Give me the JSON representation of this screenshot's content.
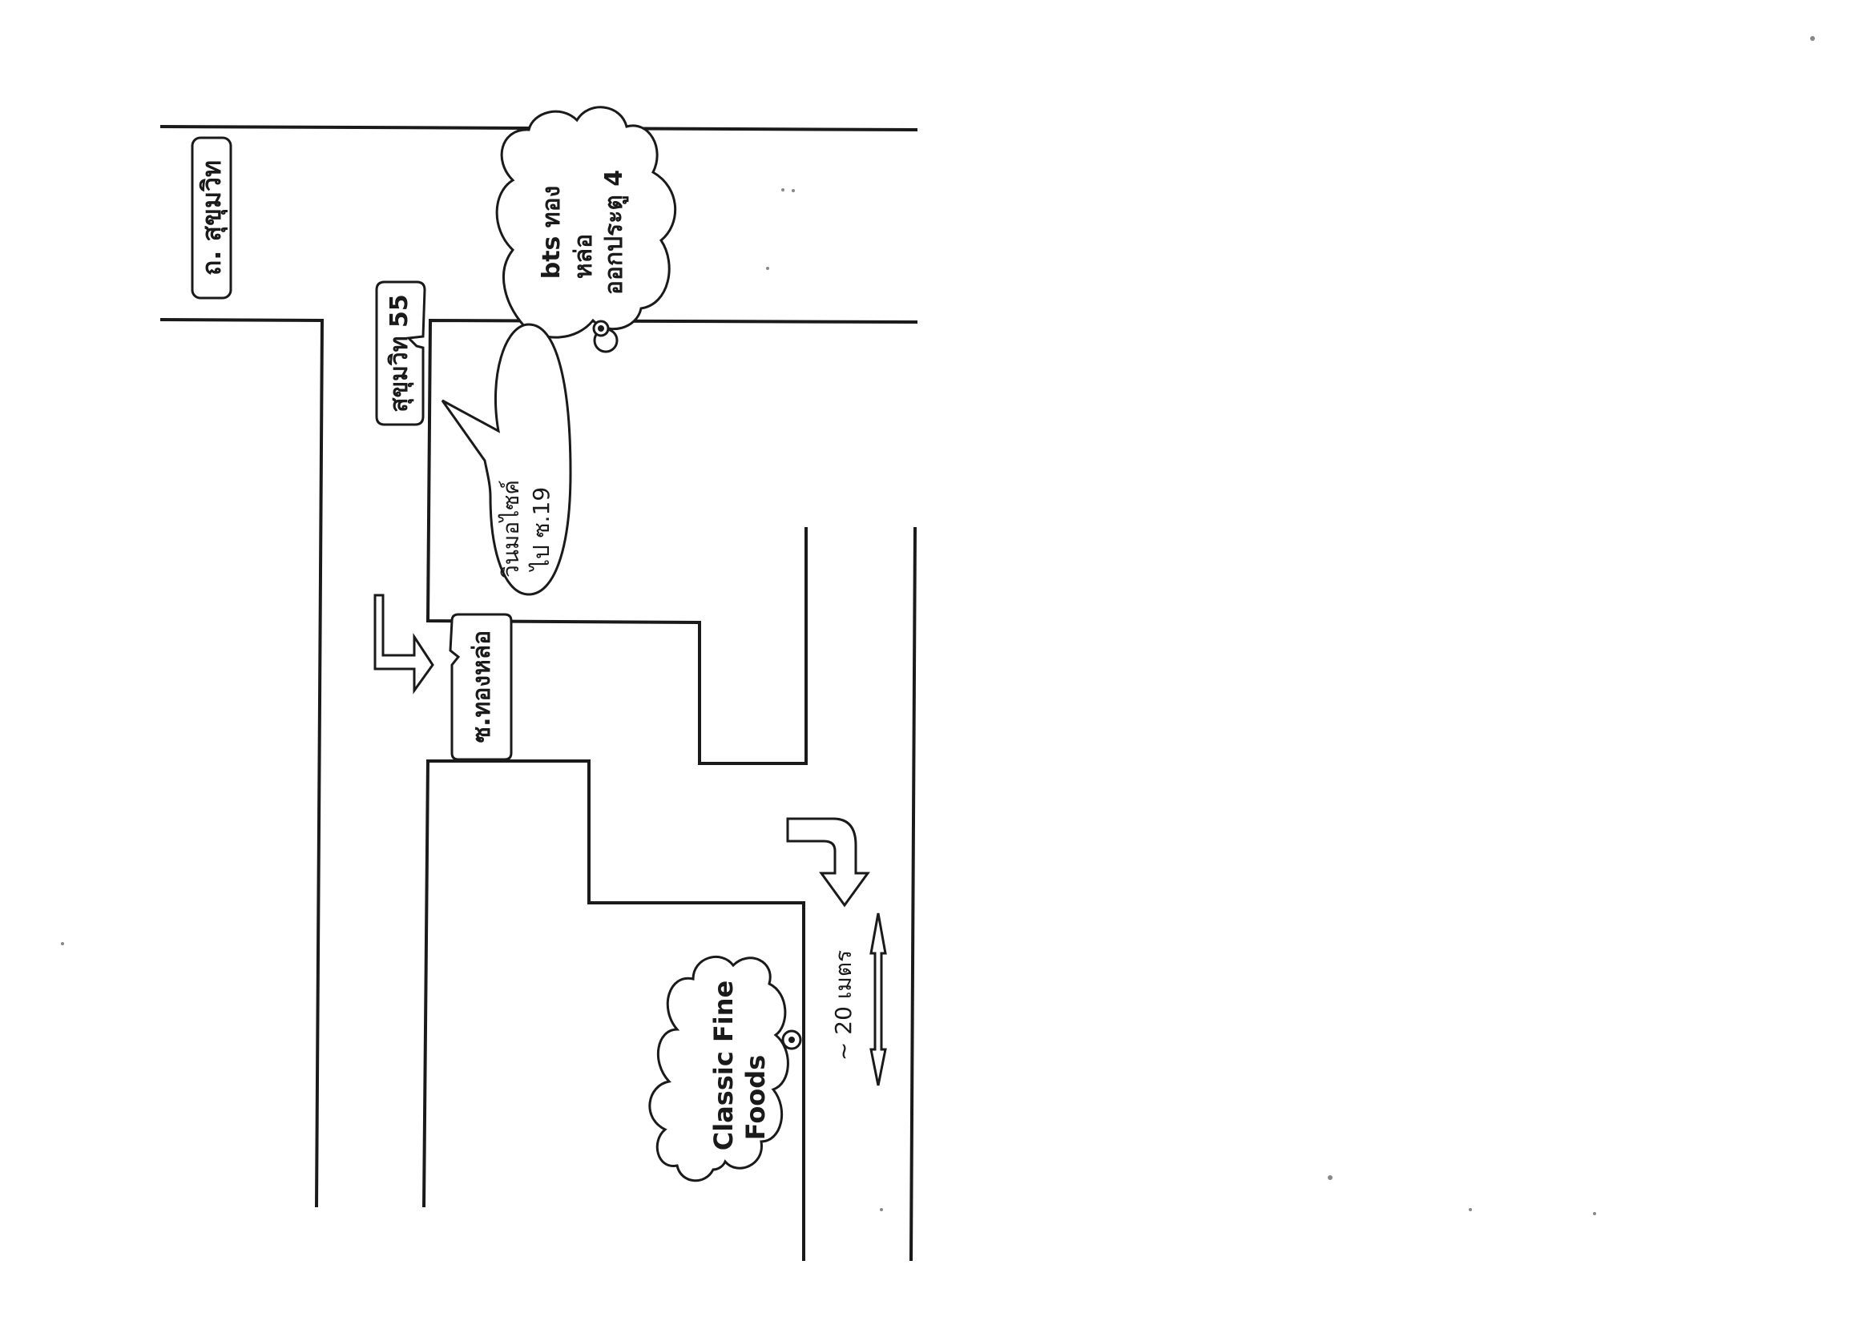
{
  "roads": {
    "main_road_label": "ถ. สุขุมวิท",
    "soi_55_label": "สุขุมวิท 55",
    "thonglor_soi_label": "ซ.ทองหล่อ"
  },
  "landmarks": {
    "bts": {
      "line1": "bts ทอง",
      "line2": "หล่อ",
      "line3": "ออกประตู 4"
    },
    "shop": {
      "line1": "Classic Fine",
      "line2": "Foods"
    }
  },
  "callout": {
    "line1": "วินมอไซค์",
    "line2": "ไป ซ.19"
  },
  "distance": {
    "label": "~ 20 เมตร"
  }
}
